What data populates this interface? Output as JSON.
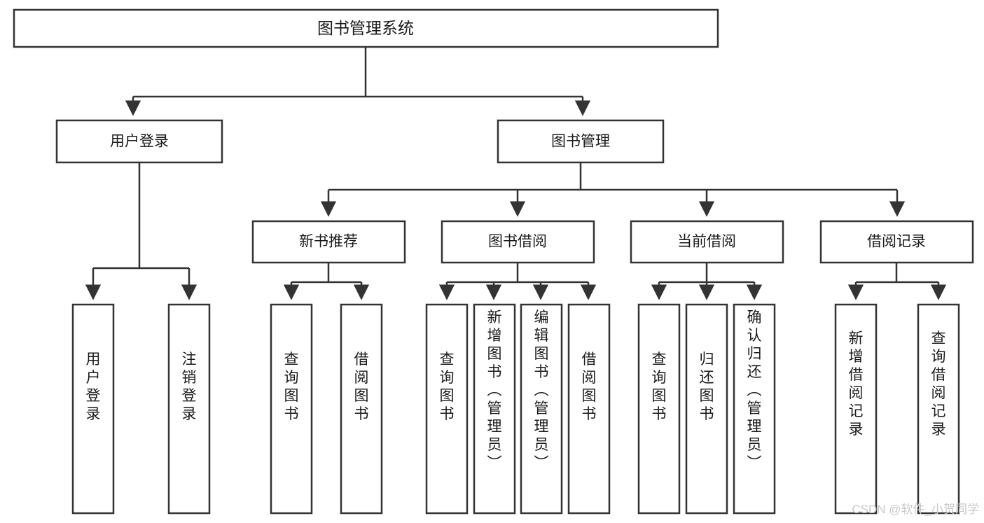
{
  "diagram": {
    "title": "图书管理系统",
    "type": "tree-hierarchy",
    "root": {
      "id": "root",
      "label": "图书管理系统"
    },
    "level2": [
      {
        "id": "user-login",
        "label": "用户登录"
      },
      {
        "id": "book-management",
        "label": "图书管理"
      }
    ],
    "level3": [
      {
        "id": "new-book-recommend",
        "label": "新书推荐",
        "parent": "book-management"
      },
      {
        "id": "book-borrow",
        "label": "图书借阅",
        "parent": "book-management"
      },
      {
        "id": "current-borrow",
        "label": "当前借阅",
        "parent": "book-management"
      },
      {
        "id": "borrow-record",
        "label": "借阅记录",
        "parent": "book-management"
      }
    ],
    "leaves": {
      "user-login": [
        {
          "id": "leaf-user-login",
          "label": "用户登录"
        },
        {
          "id": "leaf-logout",
          "label": "注销登录"
        }
      ],
      "new-book-recommend": [
        {
          "id": "leaf-query-book-1",
          "label": "查询图书"
        },
        {
          "id": "leaf-borrow-book-1",
          "label": "借阅图书"
        }
      ],
      "book-borrow": [
        {
          "id": "leaf-query-book-2",
          "label": "查询图书"
        },
        {
          "id": "leaf-add-book",
          "label": "新增图书（管理员）"
        },
        {
          "id": "leaf-edit-book",
          "label": "编辑图书（管理员）"
        },
        {
          "id": "leaf-borrow-book-2",
          "label": "借阅图书"
        }
      ],
      "current-borrow": [
        {
          "id": "leaf-query-book-3",
          "label": "查询图书"
        },
        {
          "id": "leaf-return-book",
          "label": "归还图书"
        },
        {
          "id": "leaf-confirm-return",
          "label": "确认归还（管理员）"
        }
      ],
      "borrow-record": [
        {
          "id": "leaf-add-record",
          "label": "新增借阅记录"
        },
        {
          "id": "leaf-query-record",
          "label": "查询借阅记录"
        }
      ]
    }
  },
  "watermark": {
    "text": "CSDN @软件_小贺同学"
  },
  "colors": {
    "stroke": "#333333",
    "box_fill": "#ffffff",
    "text": "#1a1a1a",
    "watermark": "#c8c8c8",
    "background": "#ffffff"
  }
}
